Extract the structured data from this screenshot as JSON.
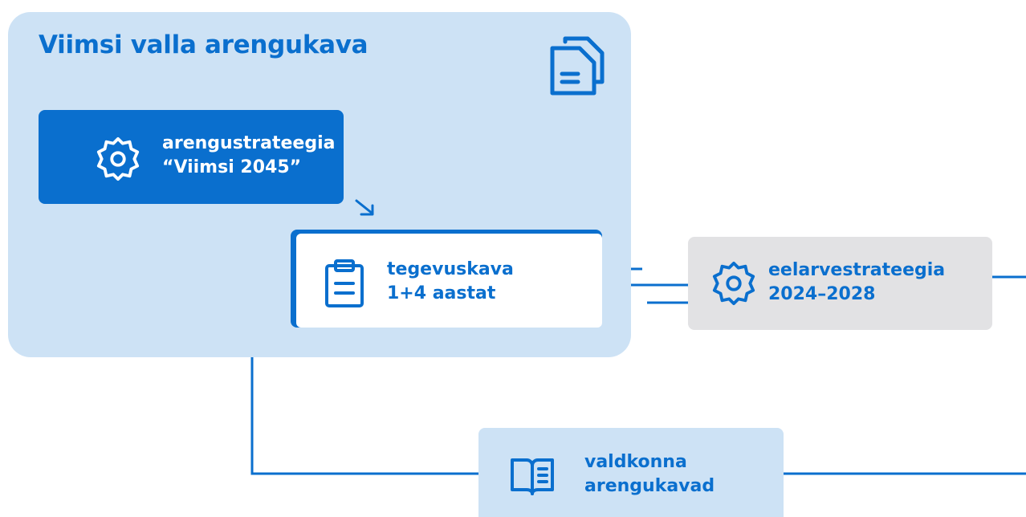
{
  "title": "Viimsi valla arengukava",
  "colors": {
    "primary_blue": "#0a6fce",
    "light_blue": "#cde2f5",
    "grey": "#e2e2e4",
    "white": "#ffffff"
  },
  "icons": {
    "title": "documents-icon",
    "strategy": "gear-icon",
    "flow": "arrow-down-right-icon",
    "action_plan": "clipboard-icon",
    "budget": "gear-icon",
    "sector": "book-icon"
  },
  "nodes": {
    "strategy": {
      "line1": "arengustrateegia",
      "line2": "“Viimsi 2045”"
    },
    "action_plan": {
      "line1": "tegevuskava",
      "line2": "1+4 aastat"
    },
    "budget": {
      "line1": "eelarvestrateegia",
      "line2": "2024–2028"
    },
    "sector": {
      "line1": "valdkonna",
      "line2": "arengukavad"
    }
  }
}
